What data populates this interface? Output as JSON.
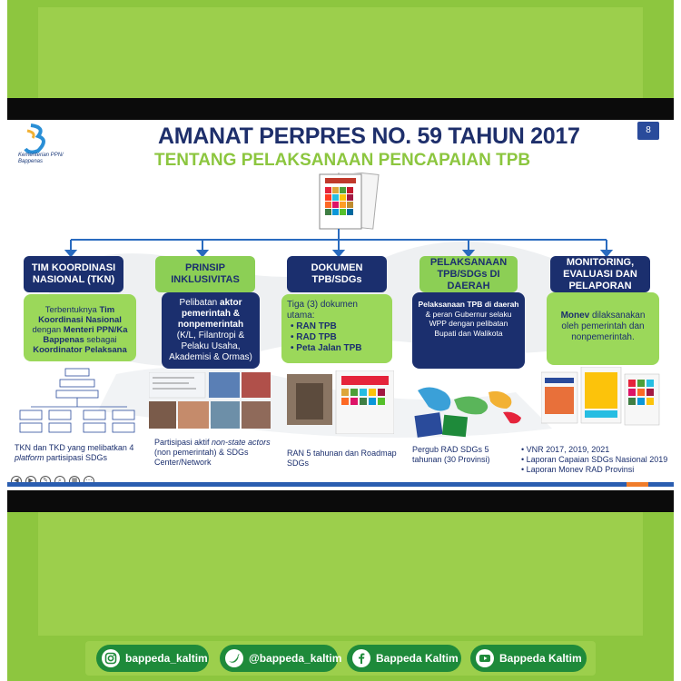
{
  "slide": {
    "title": "AMANAT PERPRES NO. 59 TAHUN 2017",
    "subtitle": "TENTANG PELAKSANAAN PENCAPAIAN TPB",
    "page_number": "8",
    "logo_text": "Kementerian PPN/ Bappenas"
  },
  "columns": [
    {
      "header": "TIM KOORDINASI NASIONAL (TKN)",
      "card_parts": [
        "Terbentuknya ",
        "Tim Koordinasi Nasional",
        " dengan ",
        "Menteri PPN/Ka Bappenas",
        " sebagai ",
        "Koordinator Pelaksana"
      ],
      "caption": "TKN dan TKD yang melibatkan 4 platform partisipasi SDGs",
      "caption_parts": [
        "TKN dan TKD yang melibatkan 4 ",
        "platform",
        " partisipasi SDGs"
      ]
    },
    {
      "header": "PRINSIP INKLUSIVITAS",
      "card_parts": [
        "Pelibatan ",
        "aktor pemerintah & nonpemerintah",
        " (K/L, Filantropi & Pelaku Usaha, Akademisi & Ormas)"
      ],
      "caption_parts": [
        "Partisipasi aktif ",
        "non-state actors",
        " (non pemerintah) & SDGs Center/Network"
      ]
    },
    {
      "header": "DOKUMEN TPB/SDGs",
      "card_intro": "Tiga (3) dokumen utama:",
      "card_items": [
        "RAN TPB",
        "RAD TPB",
        "Peta Jalan TPB"
      ],
      "caption": "RAN 5 tahunan dan Roadmap SDGs"
    },
    {
      "header": "PELAKSANAAN TPB/SDGs DI DAERAH",
      "card_parts": [
        "Pelaksanaan TPB di daerah",
        " & peran Gubernur selaku WPP dengan pelibatan Bupati dan Walikota"
      ],
      "caption": "Pergub RAD SDGs 5 tahunan (30 Provinsi)"
    },
    {
      "header": "MONITORING, EVALUASI DAN PELAPORAN",
      "card_parts": [
        "Monev",
        " dilaksanakan oleh pemerintah dan nonpemerintah."
      ],
      "caption_items": [
        "VNR 2017, 2019, 2021",
        "Laporan Capaian SDGs Nasional 2019",
        "Laporan Monev RAD Provinsi"
      ]
    }
  ],
  "footer": {
    "instagram": "bappeda_kaltim",
    "twitter": "@bappeda_kaltim",
    "facebook": "Bappeda Kaltim",
    "youtube": "Bappeda Kaltim"
  },
  "icons": [
    "instagram-icon",
    "twitter-icon",
    "facebook-icon",
    "youtube-icon"
  ],
  "colors": {
    "navy": "#1b2f6e",
    "green": "#8cc63f",
    "footer_pill": "#1e8a3a"
  }
}
